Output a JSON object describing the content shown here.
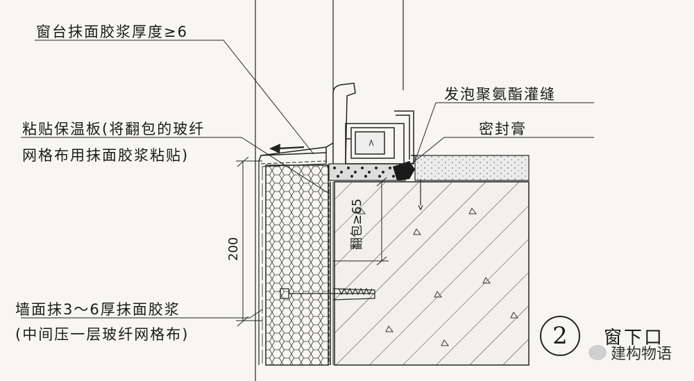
{
  "labels": {
    "sill_mortar": "窗台抹面胶浆厚度≥6",
    "pu_foam": "发泡聚氨酯灌缝",
    "sealant": "密封膏",
    "board_line1": "粘贴保温板(将翻包的玻纤",
    "board_line2": "网格布用抹面胶浆粘贴)",
    "wall_line1": "墙面抹3～6厚抹面胶浆",
    "wall_line2": "(中间压一层玻纤网格布)"
  },
  "dimensions": {
    "height": "200",
    "wrap": "翻包≥65"
  },
  "detail": {
    "number": "2",
    "title": "窗下口"
  },
  "watermark": "建构物语",
  "colors": {
    "line": "#1a1a1a",
    "background": "#f7f6f2",
    "concrete": "#ececec"
  }
}
